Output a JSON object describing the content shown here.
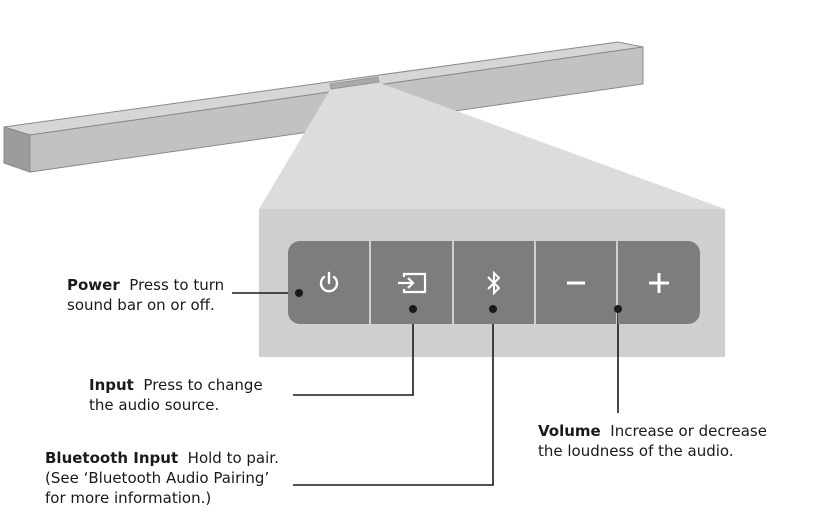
{
  "labels": {
    "power": {
      "title": "Power",
      "line1": "Press to turn",
      "line2": "sound bar on or off."
    },
    "input": {
      "title": "Input",
      "line1": "Press to change",
      "line2": "the audio source."
    },
    "bluetooth": {
      "title": "Bluetooth Input",
      "line1": "Hold to pair.",
      "line2": "(See ‘Bluetooth Audio Pairing’",
      "line3": "for more information.)"
    },
    "volume": {
      "title": "Volume",
      "line1": "Increase or decrease",
      "line2": "the loudness of the audio."
    }
  },
  "buttons": {
    "power": {
      "icon": "power-icon"
    },
    "input": {
      "icon": "input-source-icon"
    },
    "bluetooth": {
      "icon": "bluetooth-icon"
    },
    "volume_down": {
      "icon": "minus-icon"
    },
    "volume_up": {
      "icon": "plus-icon"
    }
  },
  "colors": {
    "panel": "#cfcfcf",
    "button": "#7d7d7d",
    "bar_top": "#d2d2d2",
    "bar_front": "#bdbdbd",
    "leader": "#1a1a1a"
  }
}
